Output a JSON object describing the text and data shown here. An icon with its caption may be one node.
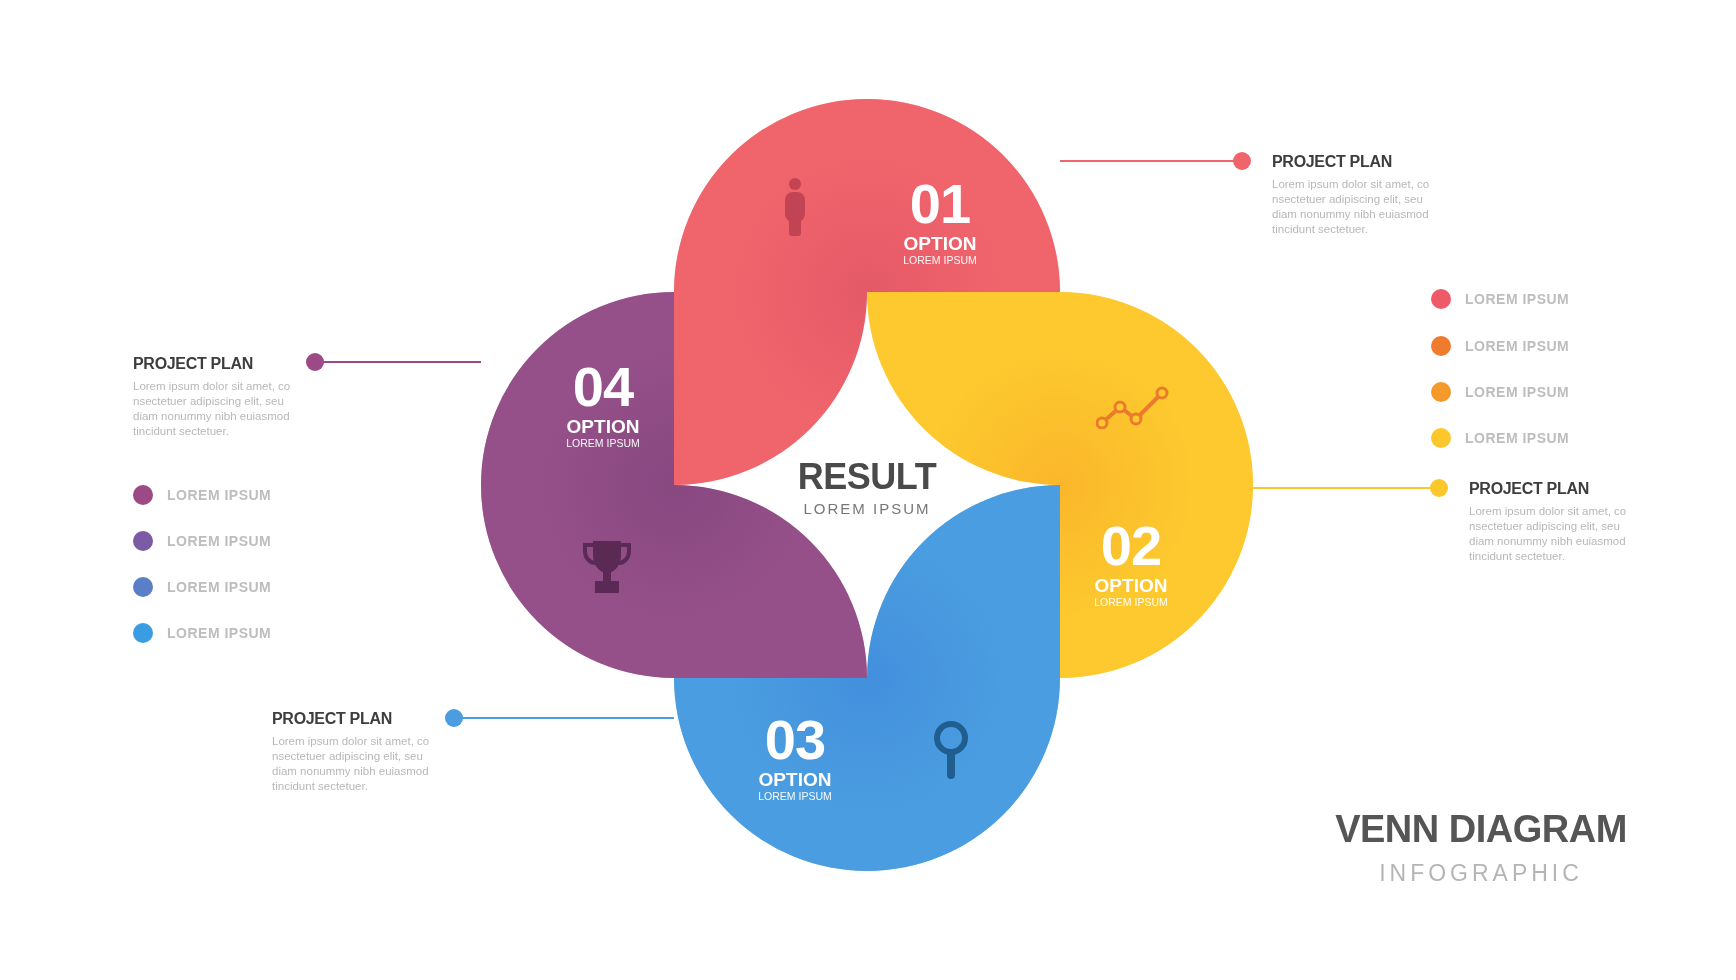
{
  "diagram": {
    "title": "VENN DIAGRAM",
    "nodes": [
      {
        "text": [
          "01",
          "OPTION",
          "LOREM IPSUM"
        ]
      },
      {
        "text": [
          "02",
          "OPTION",
          "LOREM IPSUM"
        ]
      },
      {
        "text": [
          "03",
          "OPTION",
          "LOREM IPSUM"
        ]
      },
      {
        "text": [
          "04",
          "OPTION",
          "LOREM IPSUM"
        ]
      },
      {
        "text": [
          "PROJECT PLAN",
          "Lorem ipsum dolor sit amet, co nsectetuer adipiscing elit, seu diam nonummy nibh euiasmod tincidunt sectetuer."
        ]
      },
      {
        "text": [
          "PROJECT PLAN",
          "Lorem ipsum dolor sit amet, co nsectetuer adipiscing elit, seu diam nonummy nibh euiasmod tincidunt sectetuer."
        ]
      },
      {
        "text": [
          "PROJECT PLAN",
          "Lorem ipsum dolor sit amet, co nsectetuer adipiscing elit, seu diam nonummy nibh euiasmod tincidunt sectetuer."
        ]
      },
      {
        "text": [
          "PROJECT PLAN",
          "Lorem ipsum dolor sit amet, co nsectetuer adipiscing elit, seu diam nonummy nibh euiasmod tincidunt sectetuer."
        ]
      }
    ],
    "edges": [
      {
        "from": 4,
        "to": 0,
        "arrow": "other",
        "color": "#f0646c"
      },
      {
        "from": 5,
        "to": 1,
        "arrow": "other",
        "color": "#fbc72a"
      },
      {
        "from": 6,
        "to": 3,
        "arrow": "other",
        "color": "#9b4a86"
      },
      {
        "from": 7,
        "to": 2,
        "arrow": "other",
        "color": "#4a9de0"
      }
    ],
    "labels": [
      "RESULT",
      "LOREM IPSUM",
      "INFOGRAPHIC"
    ],
    "legend": [
      {
        "text": "LOREM IPSUM",
        "color": "#ef5a68"
      },
      {
        "text": "LOREM IPSUM",
        "color": "#f07a2e"
      },
      {
        "text": "LOREM IPSUM",
        "color": "#f59a2a"
      },
      {
        "text": "LOREM IPSUM",
        "color": "#fbc72a"
      },
      {
        "text": "LOREM IPSUM",
        "color": "#9b4a86"
      },
      {
        "text": "LOREM IPSUM",
        "color": "#7b5aa6"
      },
      {
        "text": "LOREM IPSUM",
        "color": "#5a7fc6"
      },
      {
        "text": "LOREM IPSUM",
        "color": "#3a9de2"
      }
    ]
  }
}
